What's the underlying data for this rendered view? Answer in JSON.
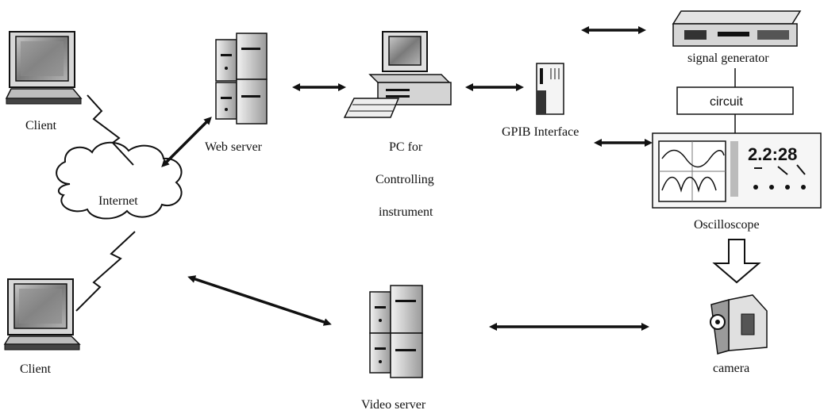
{
  "labels": {
    "client_top": "Client",
    "client_bottom": "Client",
    "internet": "Internet",
    "web_server": "Web server",
    "pc_line1": "PC for",
    "pc_line2": "Controlling",
    "pc_line3": "instrument",
    "gpib": "GPIB Interface",
    "signal_generator": "signal generator",
    "circuit": "circuit",
    "oscilloscope": "Oscilloscope",
    "video_server": "Video server",
    "camera": "camera"
  },
  "oscilloscope_readout": "2.2:28"
}
